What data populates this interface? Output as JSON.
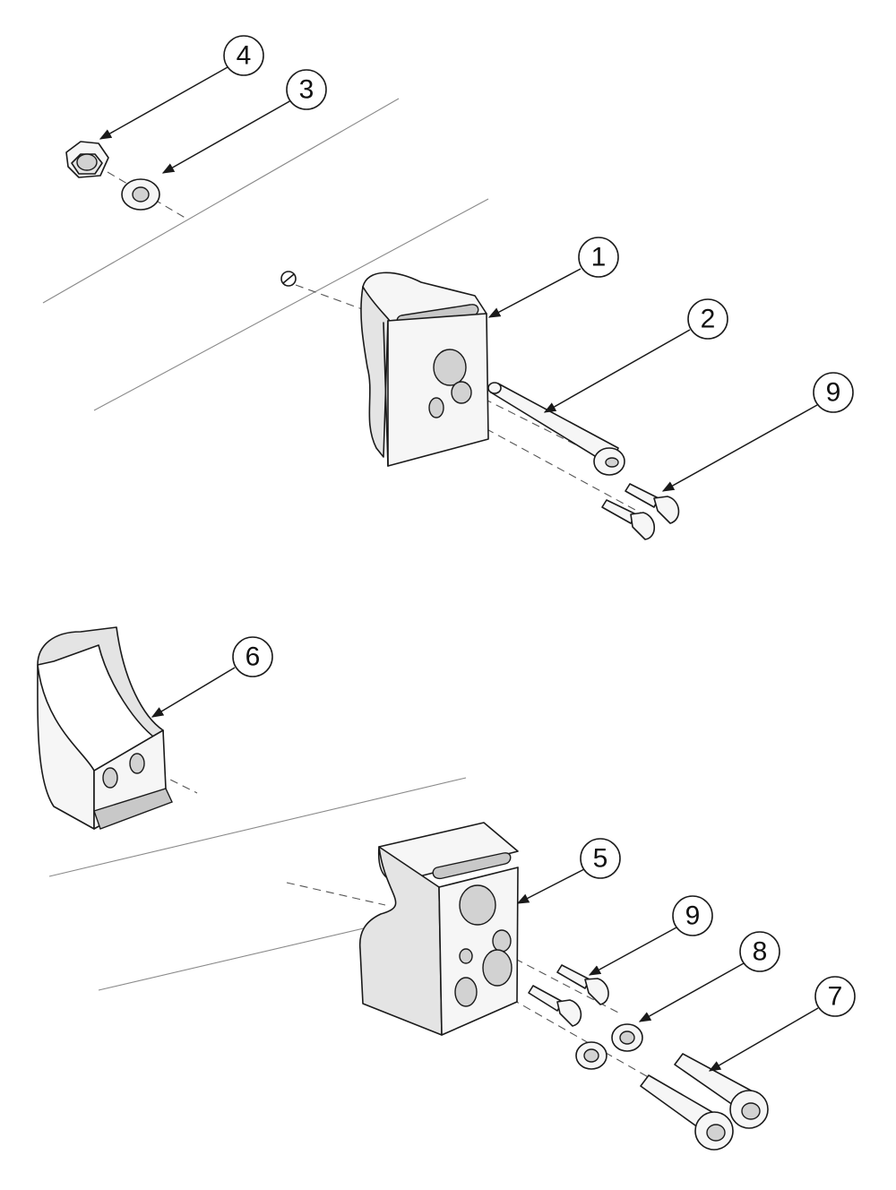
{
  "callouts": [
    {
      "id": "c4",
      "label": "4"
    },
    {
      "id": "c3",
      "label": "3"
    },
    {
      "id": "c1",
      "label": "1"
    },
    {
      "id": "c2",
      "label": "2"
    },
    {
      "id": "c9a",
      "label": "9"
    },
    {
      "id": "c6",
      "label": "6"
    },
    {
      "id": "c5",
      "label": "5"
    },
    {
      "id": "c9b",
      "label": "9"
    },
    {
      "id": "c8",
      "label": "8"
    },
    {
      "id": "c7",
      "label": "7"
    }
  ],
  "colors": {
    "line": "#1a1a1a",
    "fill": "#f6f6f6",
    "shade": "#e4e4e4"
  }
}
